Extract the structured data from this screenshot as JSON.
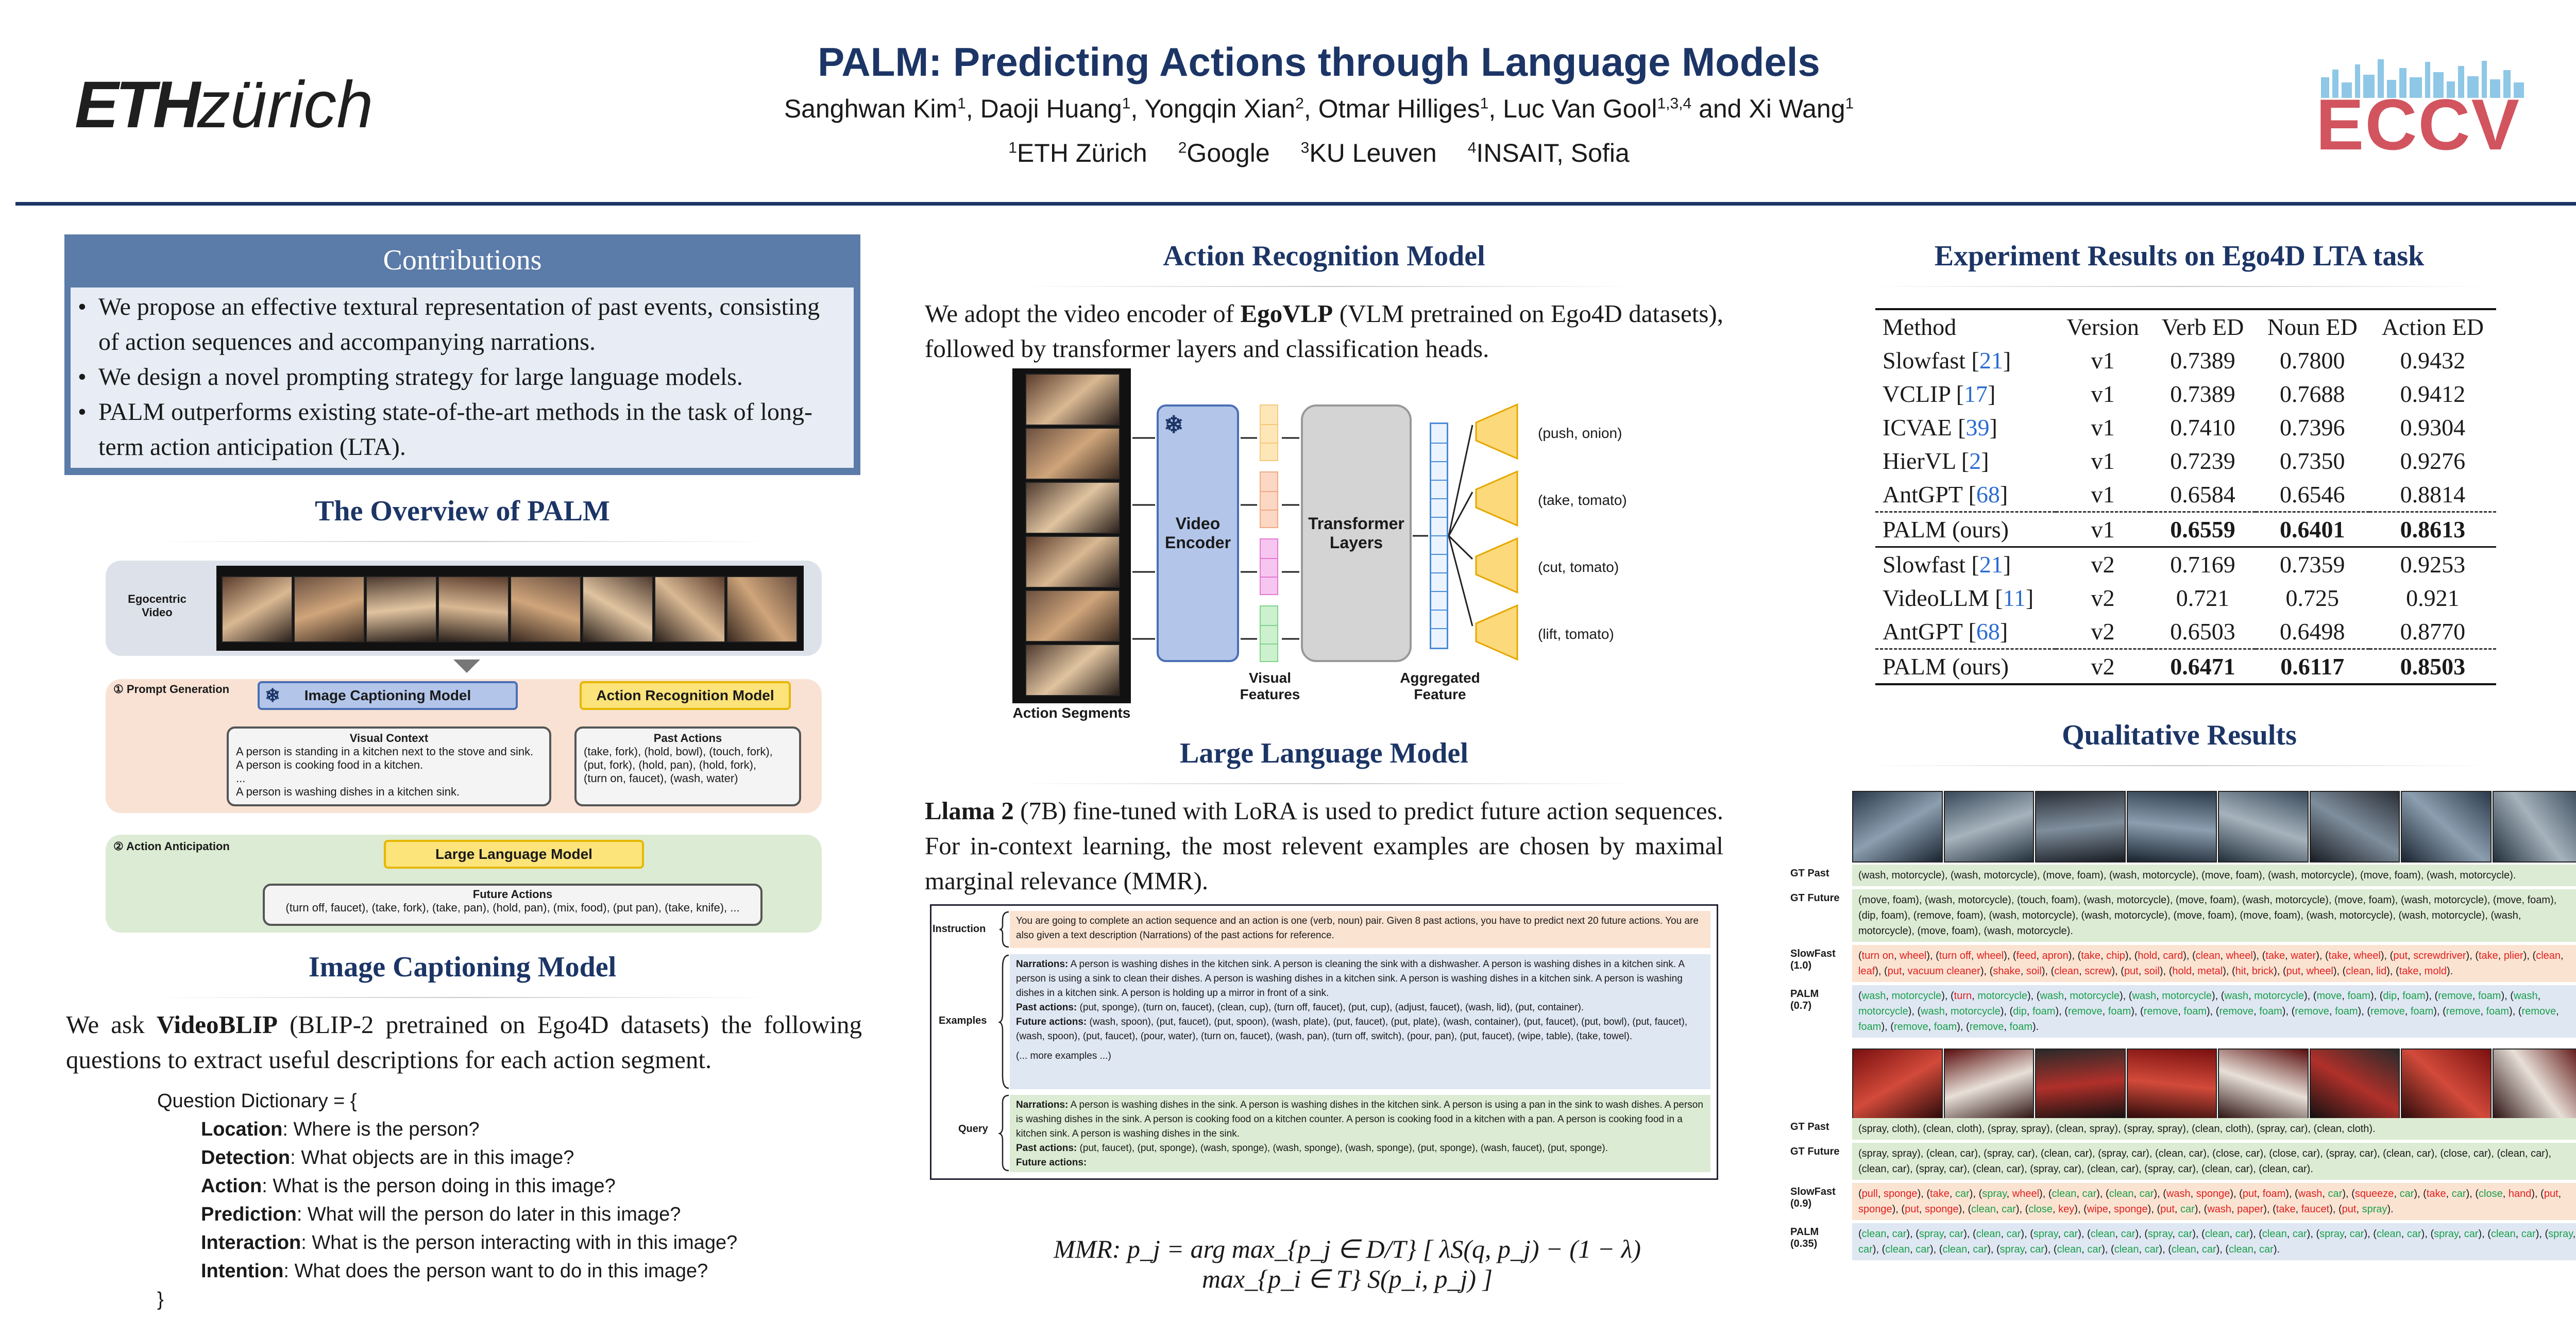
{
  "header": {
    "title": "PALM: Predicting Actions through Language Models",
    "eth_bold": "ETH",
    "eth_rest": "zürich",
    "authors": [
      {
        "name": "Sanghwan Kim",
        "sup": "1"
      },
      {
        "name": "Daoji Huang",
        "sup": "1"
      },
      {
        "name": "Yongqin Xian",
        "sup": "2"
      },
      {
        "name": "Otmar Hilliges",
        "sup": "1"
      },
      {
        "name": "Luc Van Gool",
        "sup": "1,3,4"
      },
      {
        "name": "Xi Wang",
        "sup": "1"
      }
    ],
    "authors_and": "and",
    "affiliations": [
      {
        "sup": "1",
        "name": "ETH Zürich"
      },
      {
        "sup": "2",
        "name": "Google"
      },
      {
        "sup": "3",
        "name": "KU Leuven"
      },
      {
        "sup": "4",
        "name": "INSAIT, Sofia"
      }
    ],
    "conf_logo": "ECCV"
  },
  "contributions": {
    "title": "Contributions",
    "items": [
      "We propose an effective textural representation of past events, consisting of action sequences and accompanying narrations.",
      "We design a novel prompting strategy for large language models.",
      "PALM outperforms existing state-of-the-art methods in the task of long-term action anticipation (LTA)."
    ]
  },
  "overview": {
    "title": "The Overview of PALM",
    "video_label": "Egocentric Video",
    "step1": "① Prompt Generation",
    "step2": "② Action Anticipation",
    "captioning_box": "Image Captioning Model",
    "recognition_box": "Action Recognition Model",
    "visual_context_title": "Visual Context",
    "visual_context_lines": [
      "A person is standing in a kitchen next to the stove and sink.",
      "A person is cooking food in a kitchen.",
      "...",
      "A person is washing dishes in a kitchen sink."
    ],
    "past_actions_title": "Past Actions",
    "past_actions_lines": [
      "(take, fork), (hold, bowl), (touch, fork),",
      "(put, fork), (hold, pan), (hold, fork),",
      "(turn on, faucet), (wash, water)"
    ],
    "llm_box": "Large Language Model",
    "future_actions_title": "Future Actions",
    "future_actions_line": "(turn off, faucet), (take, fork), (take, pan), (hold, pan), (mix, food), (put pan), (take, knife), ..."
  },
  "image_captioning": {
    "title": "Image Captioning Model",
    "text_pre": "We ask ",
    "text_bold": "VideoBLIP",
    "text_post": " (BLIP-2 pretrained on Ego4D datasets) the following questions to extract useful descriptions for each action segment.",
    "dict_open": "Question Dictionary = {",
    "questions": [
      {
        "key": "Location",
        "q": "Where is the person?"
      },
      {
        "key": "Detection",
        "q": "What objects are in this image?"
      },
      {
        "key": "Action",
        "q": "What is the person doing in this image?"
      },
      {
        "key": "Prediction",
        "q": "What will the person do later in this image?"
      },
      {
        "key": "Interaction",
        "q": "What is the person interacting with in this image?"
      },
      {
        "key": "Intention",
        "q": "What does the person want to do in this image?"
      }
    ],
    "dict_close": "}"
  },
  "action_recognition": {
    "title": "Action Recognition Model",
    "text_pre": "We adopt the video encoder of ",
    "text_bold": "EgoVLP",
    "text_post": " (VLM pretrained on Ego4D datasets), followed by transformer layers and classification heads.",
    "segments_label": "Action Segments",
    "encoder_label": "Video Encoder",
    "visual_features_label": "Visual Features",
    "transformer_label": "Transformer Layers",
    "aggregated_label": "Aggregated Feature",
    "outputs": [
      "(push, onion)",
      "(take, tomato)",
      "(cut, tomato)",
      "(lift, tomato)"
    ]
  },
  "llm": {
    "title": "Large Language Model",
    "text_bold": "Llama 2",
    "text_post": " (7B) fine-tuned with LoRA is used to predict future action sequences. For in-context learning, the most relevent examples are chosen by maximal marginal relevance (MMR).",
    "instruction_label": "Instruction",
    "instruction_text": "You are going to complete an action sequence and an action is one (verb, noun) pair. Given 8 past actions, you have to predict next 20 future actions. You are also given a text description (Narrations) of the past actions for reference.",
    "examples_label": "Examples",
    "ex_narr_label": "Narrations:",
    "ex_narr_text": "A person is washing dishes in the kitchen sink. A person is cleaning the sink with a dishwasher. A person is washing dishes in a kitchen sink. A person is using a sink to clean their dishes. A person is washing dishes in a kitchen sink. A person is washing dishes in a kitchen sink. A person is washing dishes in a kitchen sink. A person is holding up a mirror in front of a sink.",
    "ex_past_label": "Past actions:",
    "ex_past_text": "(put, sponge), (turn on, faucet), (clean, cup), (turn off, faucet), (put, cup), (adjust, faucet), (wash, lid), (put, container).",
    "ex_future_label": "Future actions:",
    "ex_future_text": "(wash, spoon), (put, faucet), (put, spoon), (wash, plate), (put, faucet), (put, plate), (wash, container), (put, faucet), (put, bowl), (put, faucet), (wash, spoon), (put, faucet), (pour, water), (turn on, faucet), (wash, pan), (turn off, switch), (pour, pan), (put, faucet), (wipe, table), (take, towel).",
    "ex_more": "(... more examples ...)",
    "query_label": "Query",
    "q_narr_label": "Narrations:",
    "q_narr_text": "A person is washing dishes in the sink. A person is washing dishes in the kitchen sink. A person is using a pan in the sink to wash dishes. A person is washing dishes in the sink. A person is cooking food on a kitchen counter. A person is cooking food in a kitchen with a pan. A person is cooking food in a kitchen sink. A person is washing dishes in the sink.",
    "q_past_label": "Past actions:",
    "q_past_text": "(put, faucet), (put, sponge), (wash, sponge), (wash, sponge), (wash, sponge), (put, sponge), (wash, faucet), (put, sponge).",
    "q_future_label": "Future actions:",
    "mmr_formula": "MMR:  p_j = arg max_{p_j ∈ D/T} [ λS(q, p_j) − (1 − λ) max_{p_i ∈ T} S(p_i, p_j) ]"
  },
  "experiments": {
    "title": "Experiment Results on Ego4D LTA task",
    "columns": [
      "Method",
      "Version",
      "Verb ED",
      "Noun ED",
      "Action ED"
    ],
    "groups": [
      [
        {
          "method": "Slowfast",
          "cite": "21",
          "version": "v1",
          "verb": "0.7389",
          "noun": "0.7800",
          "action": "0.9432",
          "bold": false
        },
        {
          "method": "VCLIP",
          "cite": "17",
          "version": "v1",
          "verb": "0.7389",
          "noun": "0.7688",
          "action": "0.9412",
          "bold": false
        },
        {
          "method": "ICVAE",
          "cite": "39",
          "version": "v1",
          "verb": "0.7410",
          "noun": "0.7396",
          "action": "0.9304",
          "bold": false
        },
        {
          "method": "HierVL",
          "cite": "2",
          "version": "v1",
          "verb": "0.7239",
          "noun": "0.7350",
          "action": "0.9276",
          "bold": false
        },
        {
          "method": "AntGPT",
          "cite": "68",
          "version": "v1",
          "verb": "0.6584",
          "noun": "0.6546",
          "action": "0.8814",
          "bold": false
        },
        {
          "method": "PALM (ours)",
          "cite": "",
          "version": "v1",
          "verb": "0.6559",
          "noun": "0.6401",
          "action": "0.8613",
          "bold": true
        }
      ],
      [
        {
          "method": "Slowfast",
          "cite": "21",
          "version": "v2",
          "verb": "0.7169",
          "noun": "0.7359",
          "action": "0.9253",
          "bold": false
        },
        {
          "method": "VideoLLM",
          "cite": "11",
          "version": "v2",
          "verb": "0.721",
          "noun": "0.725",
          "action": "0.921",
          "bold": false
        },
        {
          "method": "AntGPT",
          "cite": "68",
          "version": "v2",
          "verb": "0.6503",
          "noun": "0.6498",
          "action": "0.8770",
          "bold": false
        },
        {
          "method": "PALM (ours)",
          "cite": "",
          "version": "v2",
          "verb": "0.6471",
          "noun": "0.6117",
          "action": "0.8503",
          "bold": true
        }
      ]
    ]
  },
  "qualitative": {
    "title": "Qualitative Results",
    "set1": {
      "gt_past_label": "GT Past",
      "gt_past": "(wash, motorcycle), (wash, motorcycle), (move, foam), (wash, motorcycle), (move, foam), (wash, motorcycle), (move, foam), (wash, motorcycle).",
      "gt_future_label": "GT Future",
      "gt_future": "(move, foam), (wash, motorcycle), (touch, foam), (wash, motorcycle), (move, foam), (wash, motorcycle), (move, foam), (wash, motorcycle), (move, foam), (dip, foam), (remove, foam), (wash, motorcycle), (wash, motorcycle), (move, foam), (move, foam), (wash, motorcycle), (wash, motorcycle), (wash, motorcycle), (move, foam), (wash, motorcycle).",
      "slowfast_label": "SlowFast",
      "slowfast_score": "(1.0)",
      "slowfast": "(turn on, wheel), (turn off, wheel), (feed, apron), (take, chip), (hold, card), (clean, wheel), (take, water), (take, wheel), (put, screwdriver), (take, plier), (clean, leaf), (put, vacuum cleaner), (shake, soil), (clean, screw), (put, soil), (hold, metal), (hit, brick), (put, wheel), (clean, lid), (take, mold).",
      "palm_label": "PALM",
      "palm_score": "(0.7)",
      "palm": "(wash, motorcycle), (turn, motorcycle), (wash, motorcycle), (wash, motorcycle), (wash, motorcycle), (move, foam), (dip, foam), (remove, foam), (wash, motorcycle), (wash, motorcycle), (dip, foam), (remove, foam), (remove, foam), (remove, foam), (remove, foam), (remove, foam), (remove, foam), (remove, foam), (remove, foam), (remove, foam)."
    },
    "set2": {
      "gt_past_label": "GT Past",
      "gt_past": "(spray, cloth), (clean, cloth), (spray, spray), (clean, spray), (spray, spray), (clean, cloth), (spray, car), (clean, cloth).",
      "gt_future_label": "GT Future",
      "gt_future": "(spray, spray), (clean, car), (spray, car), (clean, car), (spray, car), (clean, car), (close, car), (close, car), (spray, car), (clean, car), (close, car), (clean, car), (clean, car), (spray, car), (clean, car), (spray, car), (clean, car), (spray, car), (clean, car), (clean, car).",
      "slowfast_label": "SlowFast",
      "slowfast_score": "(0.9)",
      "slowfast": "(pull, sponge), (take, car), (spray, wheel), (clean, car), (clean, car), (wash, sponge), (put, foam), (wash, car), (squeeze, car), (take, car), (close, hand), (put, sponge), (put, sponge), (clean, car), (close, key), (wipe, sponge), (put, car), (wash, paper), (take, faucet), (put, spray).",
      "palm_label": "PALM",
      "palm_score": "(0.35)",
      "palm": "(clean, car), (spray, car), (clean, car), (spray, car), (clean, car), (spray, car), (clean, car), (clean, car), (spray, car), (clean, car), (spray, car), (clean, car), (spray, car), (clean, car), (clean, car), (spray, car), (clean, car), (clean, car), (clean, car), (clean, car)."
    }
  }
}
